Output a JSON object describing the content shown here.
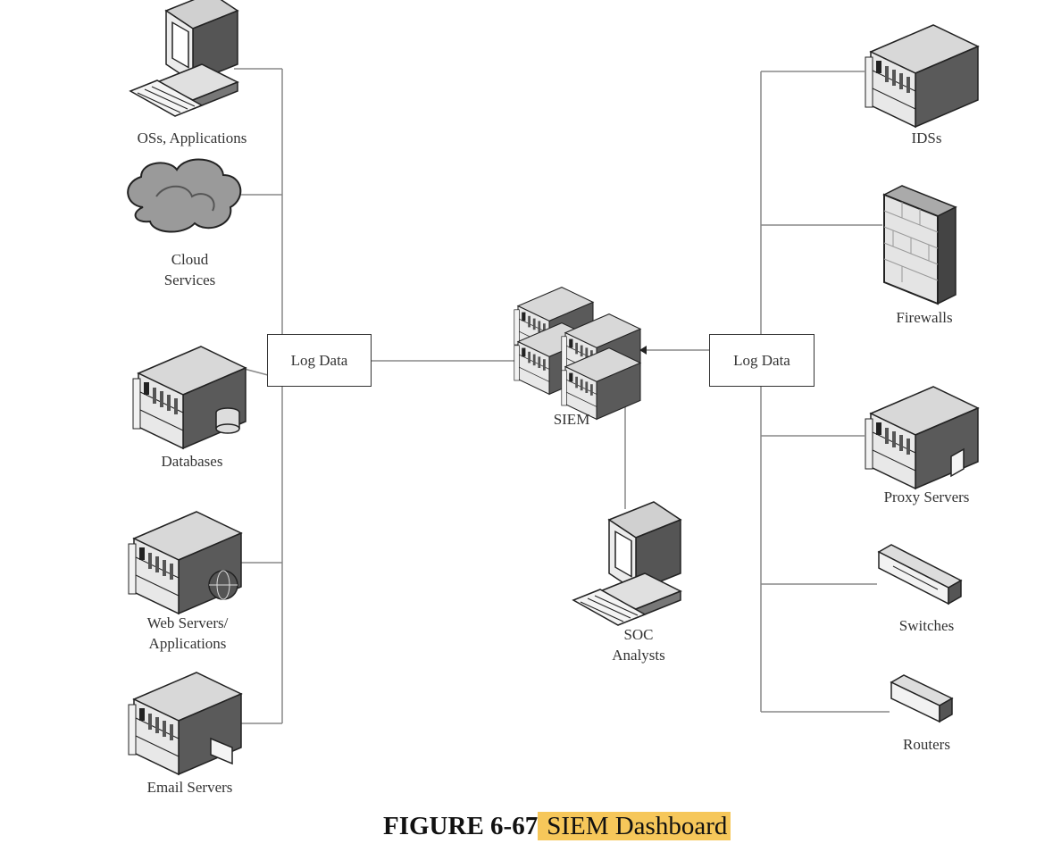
{
  "left_sources": [
    {
      "id": "os-apps",
      "label": "OSs, Applications",
      "icon": "workstation-icon"
    },
    {
      "id": "cloud",
      "label": "Cloud\nServices",
      "icon": "cloud-icon"
    },
    {
      "id": "databases",
      "label": "Databases",
      "icon": "database-server-icon"
    },
    {
      "id": "web-servers",
      "label": "Web Servers/\nApplications",
      "icon": "web-server-icon"
    },
    {
      "id": "email-servers",
      "label": "Email Servers",
      "icon": "email-server-icon"
    }
  ],
  "right_sources": [
    {
      "id": "idss",
      "label": "IDSs",
      "icon": "ids-server-icon"
    },
    {
      "id": "firewalls",
      "label": "Firewalls",
      "icon": "firewall-icon"
    },
    {
      "id": "proxy-servers",
      "label": "Proxy Servers",
      "icon": "proxy-server-icon"
    },
    {
      "id": "switches",
      "label": "Switches",
      "icon": "switch-icon"
    },
    {
      "id": "routers",
      "label": "Routers",
      "icon": "router-icon"
    }
  ],
  "log_left": "Log Data",
  "log_right": "Log Data",
  "siem": {
    "label": "SIEM",
    "icon": "siem-servers-icon"
  },
  "soc": {
    "label": "SOC\nAnalysts",
    "icon": "soc-workstation-icon"
  },
  "caption": {
    "number": "FIGURE 6-67",
    "title": "SIEM Dashboard"
  }
}
